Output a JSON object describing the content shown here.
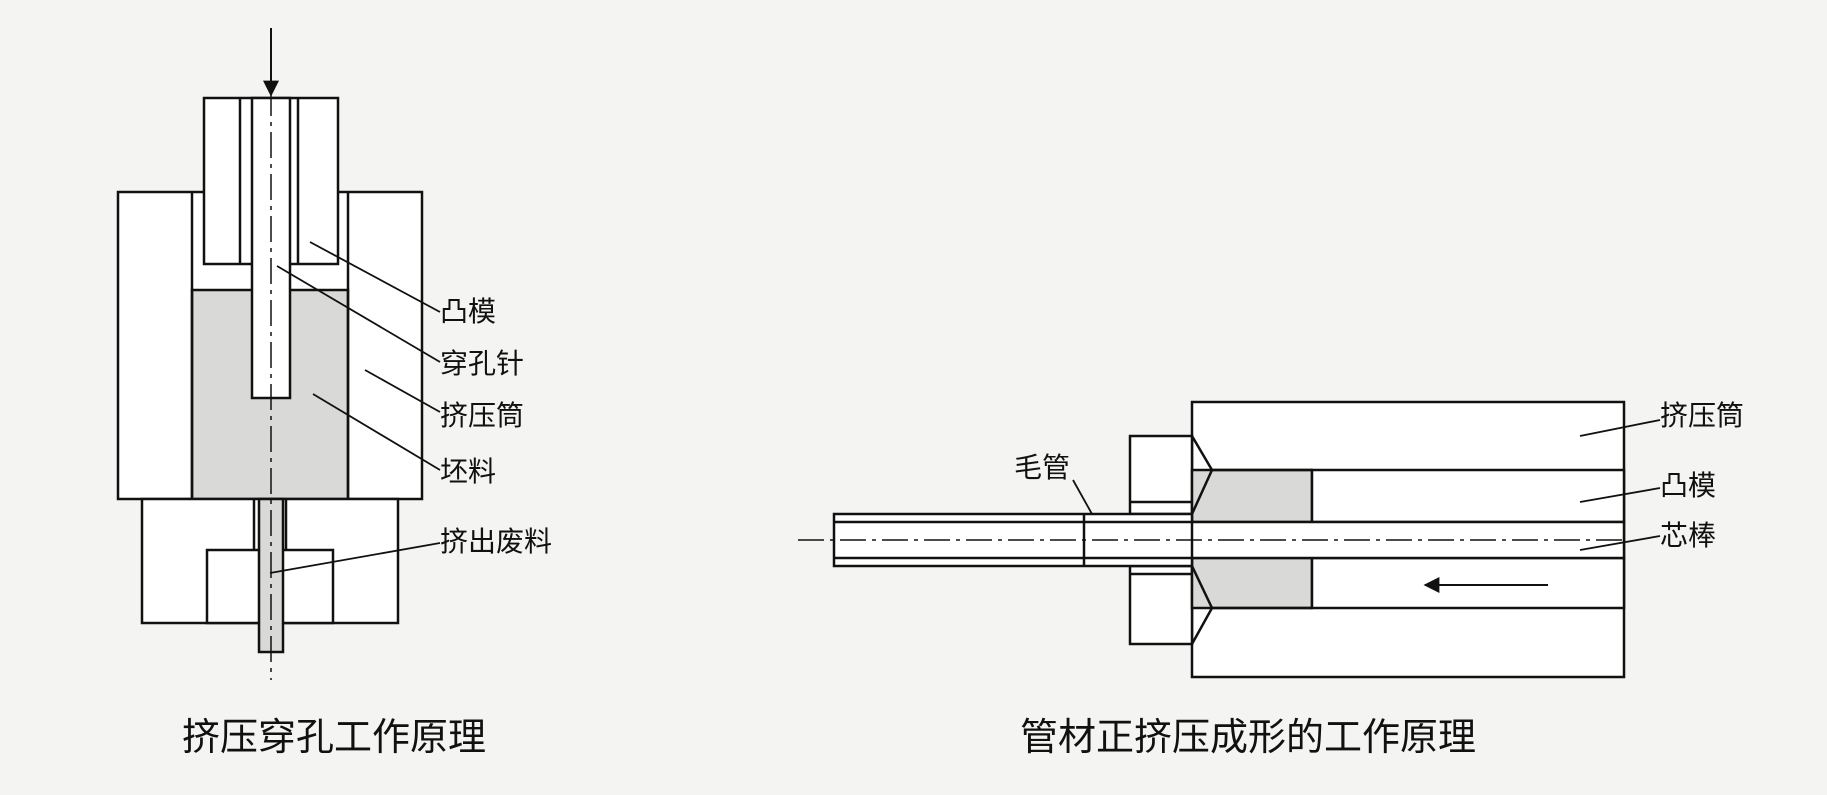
{
  "figures": {
    "left": {
      "caption": "挤压穿孔工作原理",
      "labels": {
        "punch": "凸模",
        "piercing_needle": "穿孔针",
        "container": "挤压筒",
        "billet": "坯料",
        "waste": "挤出废料"
      }
    },
    "right": {
      "caption": "管材正挤压成形的工作原理",
      "labels": {
        "tube": "毛管",
        "container": "挤压筒",
        "punch": "凸模",
        "mandrel": "芯棒"
      }
    }
  },
  "colors": {
    "line": "#111111",
    "billet_fill": "#d9d9d7",
    "background": "#f4f4f2",
    "paper": "#ffffff"
  }
}
